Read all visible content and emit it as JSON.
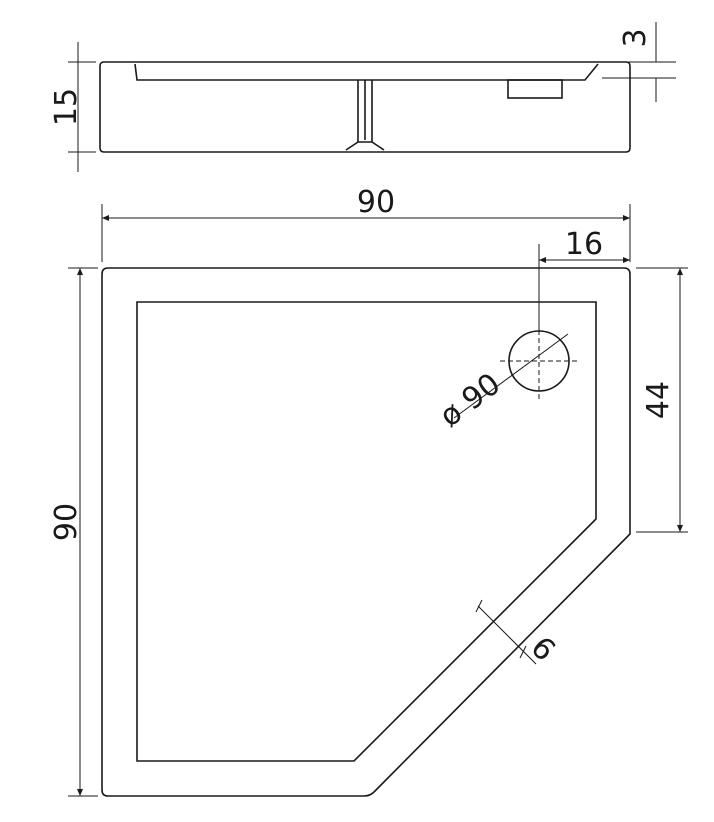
{
  "side_view": {
    "height_label": "15",
    "rim_label": "3"
  },
  "top_view": {
    "width_label": "90",
    "depth_label": "90",
    "drain_offset_label": "16",
    "side_length_label": "44",
    "drain_diameter_label": "ø 90",
    "rim_width_label": "6"
  }
}
